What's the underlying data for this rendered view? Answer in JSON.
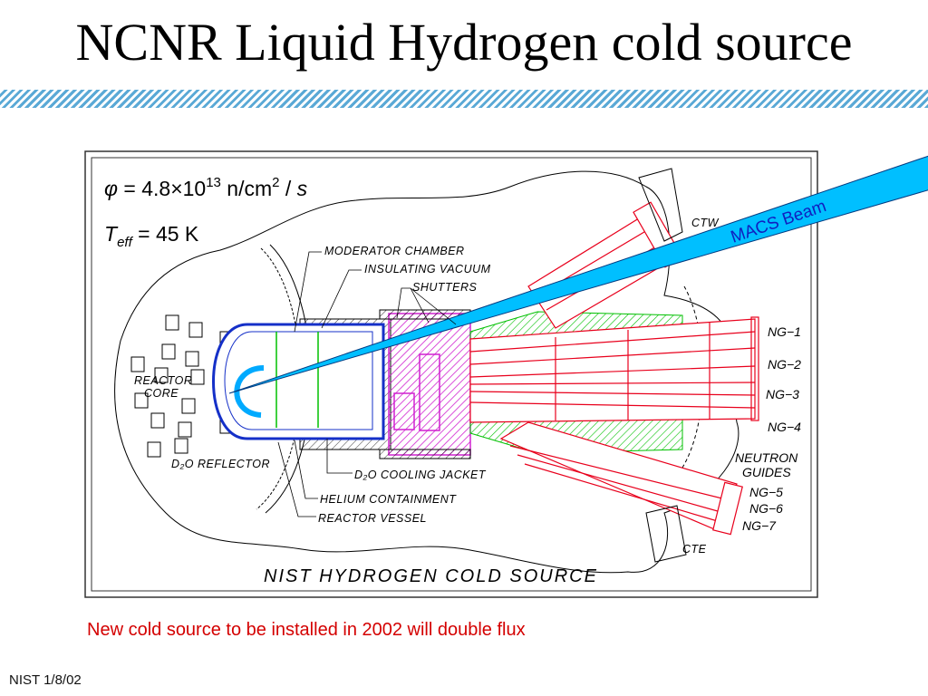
{
  "slide": {
    "title": "NCNR Liquid Hydrogen cold source",
    "caption": "New cold source to be installed in 2002 will double flux",
    "footer": "NIST 1/8/02"
  },
  "diagram": {
    "formula_flux": {
      "symbol": "φ",
      "eq": " = 4.8×10",
      "exp": "13",
      "unit": " n/cm",
      "exp2": "2",
      "slash": " / ",
      "s": "s"
    },
    "formula_temp": {
      "symbol": "T",
      "sub": "eff",
      "eq": " = 45 K"
    },
    "beam_label": "MACS Beam",
    "labels": {
      "moderator_chamber": "MODERATOR CHAMBER",
      "insulating_vacuum": "INSULATING VACUUM",
      "shutters": "SHUTTERS",
      "reactor": "REACTOR",
      "core": "CORE",
      "d2o_reflector": "D₂O REFLECTOR",
      "d2o_cooling_jacket": "D₂O COOLING JACKET",
      "helium_containment": "HELIUM CONTAINMENT",
      "reactor_vessel": "REACTOR VESSEL",
      "ctw": "CTW",
      "cte": "CTE",
      "ng1": "NG−1",
      "ng2": "NG−2",
      "ng3": "NG−3",
      "ng4": "NG−4",
      "neutron": "NEUTRON",
      "guides": "GUIDES",
      "ng5": "NG−5",
      "ng6": "NG−6",
      "ng7": "NG−7",
      "figure_title": "NIST HYDROGEN COLD SOURCE"
    }
  },
  "colors": {
    "beam": "#00bfff",
    "caption": "#d40000",
    "stripe": "#5aa9d6",
    "guides": "#e8001c",
    "moderator": "#1530c8",
    "shutter": "#d020d0",
    "green": "#00c000"
  }
}
